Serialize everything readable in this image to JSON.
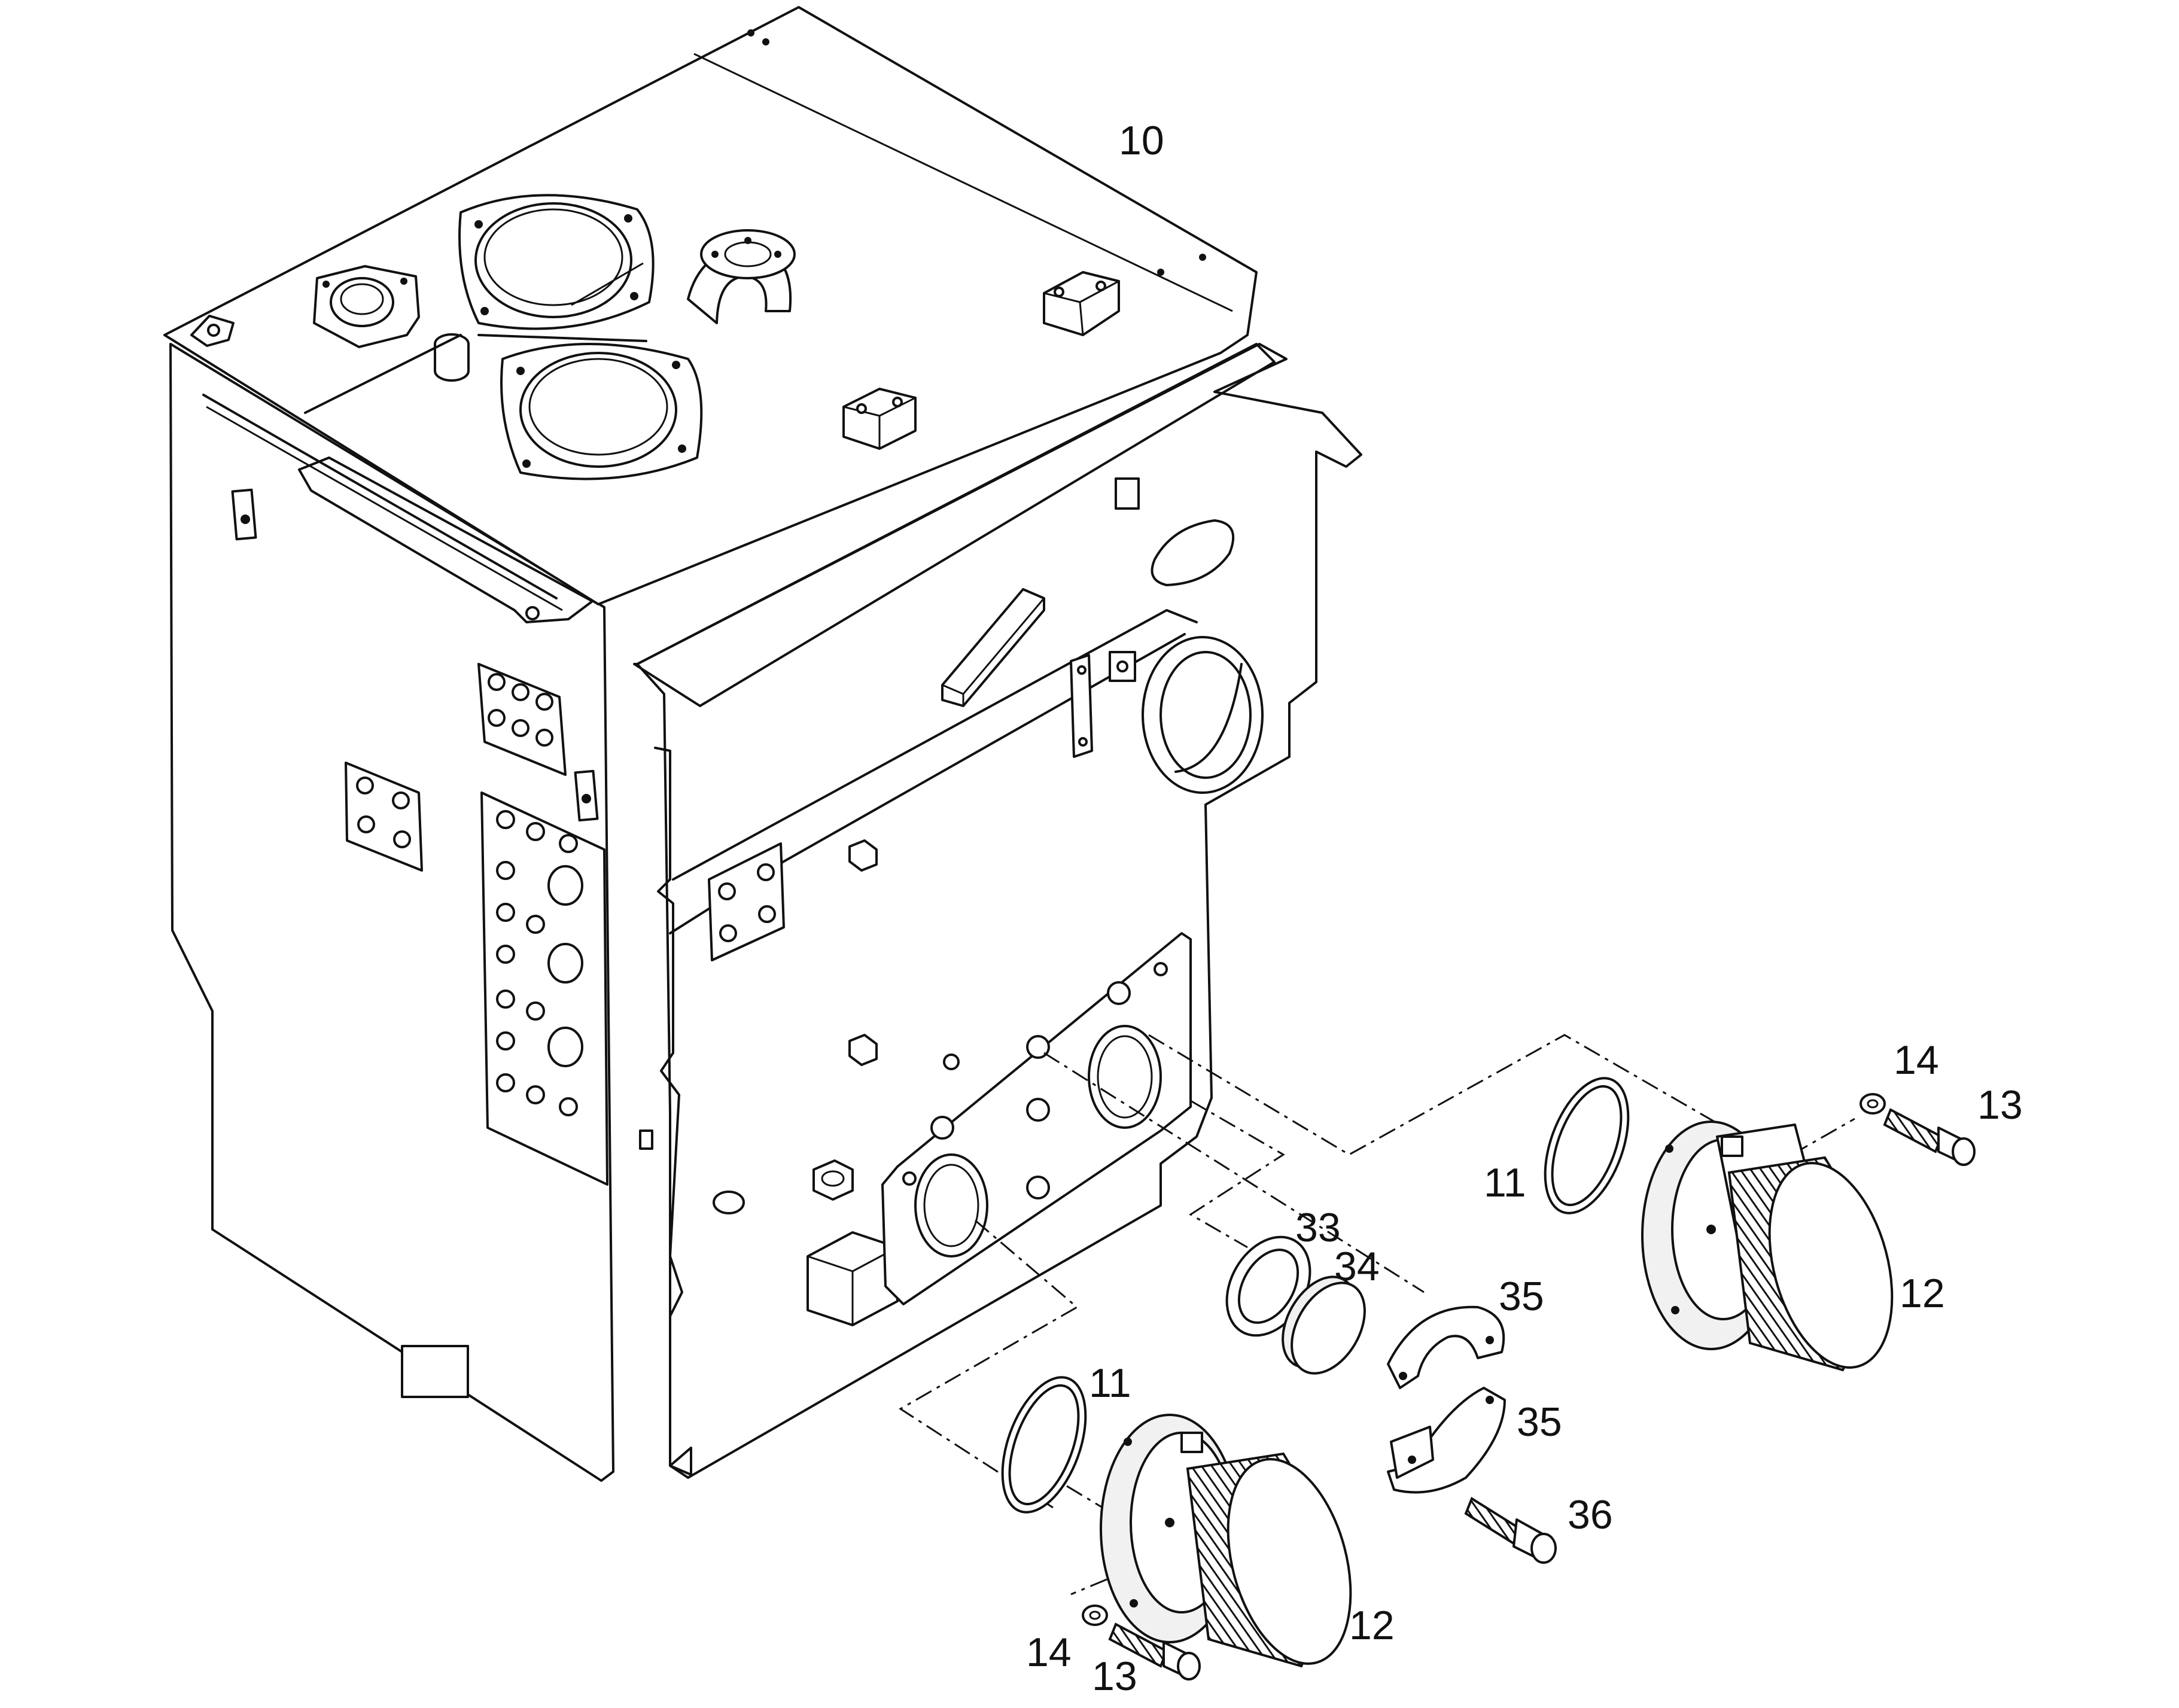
{
  "callouts": {
    "c10": "10",
    "c11_right": "11",
    "c11_left": "11",
    "c12_right": "12",
    "c12_left": "12",
    "c13_right": "13",
    "c13_left": "13",
    "c14_right": "14",
    "c14_left": "14",
    "c33": "33",
    "c34": "34",
    "c35_top": "35",
    "c35_bottom": "35",
    "c36": "36"
  }
}
